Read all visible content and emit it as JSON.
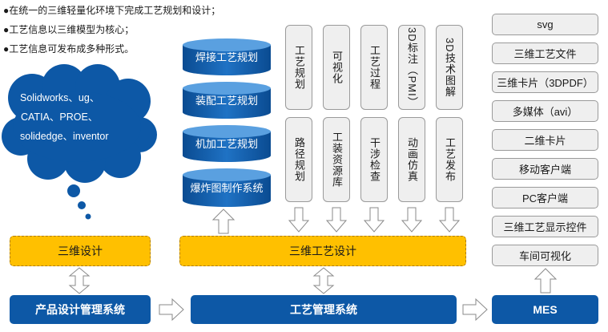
{
  "bullets": [
    "●在统一的三维轻量化环境下完成工艺规划和设计；",
    "●工艺信息以三维模型为核心；",
    "●工艺信息可发布成多种形式。"
  ],
  "cloud": {
    "lines": [
      "Solidworks、ug、",
      "CATIA、PROE、",
      "solidedge、inventor"
    ]
  },
  "cylinders": [
    "焊接工艺规划",
    "装配工艺规划",
    "机加工艺规划",
    "爆炸图制作系统"
  ],
  "top_modules": [
    "工艺规划",
    "可视化",
    "工艺过程",
    "3D标注（PMI）",
    "3D技术图解"
  ],
  "bottom_modules": [
    "路径规划",
    "工装资源库",
    "干涉检查",
    "动画仿真",
    "工艺发布"
  ],
  "outputs": [
    "svg",
    "三维工艺文件",
    "三维卡片（3DPDF）",
    "多媒体（avi）",
    "二维卡片",
    "移动客户端",
    "PC客户端",
    "三维工艺显示控件",
    "车间可视化"
  ],
  "yellow_bars": {
    "left": "三维设计",
    "right": "三维工艺设计"
  },
  "systems": [
    "产品设计管理系统",
    "工艺管理系统",
    "MES"
  ],
  "colors": {
    "blue": "#0d58a6",
    "yellow": "#ffc000",
    "gray_box": "#efefef",
    "arrow": "#ffffff"
  }
}
